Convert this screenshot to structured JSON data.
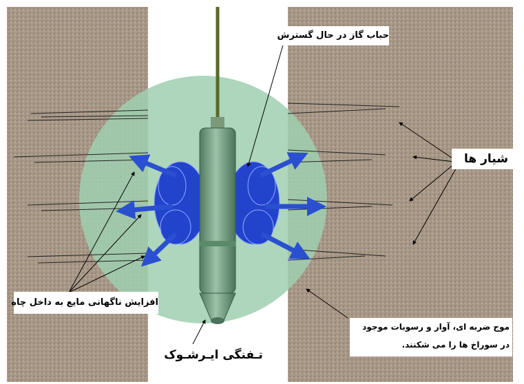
{
  "labels": {
    "expanding_bubble": "حباب گاز در حال گسترش",
    "fractures": "شیار ها",
    "fluid_surge": "افزایش ناگهانی مایع به داخل چاه",
    "tool": "تـفنگی ایـرشـوک",
    "shockwave_line1": "موج ضربه ای، آوار و رسوبات موجود",
    "shockwave_line2": "در سوراخ ها را می شکنند."
  },
  "colors": {
    "rock": "#a89888",
    "wave": "#9fcfb0",
    "tool": "#6f9a7e",
    "bubble": "#2244cc",
    "arrow": "#2a4fd0"
  }
}
